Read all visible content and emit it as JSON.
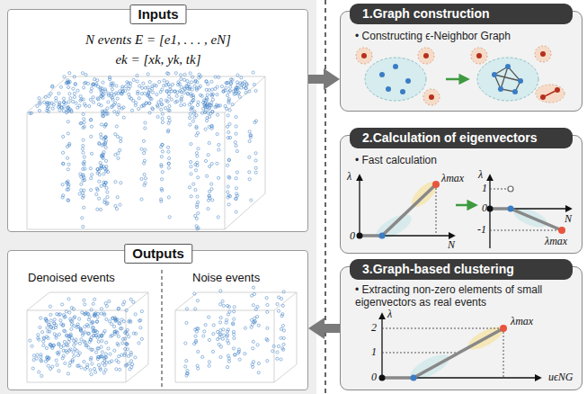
{
  "diagram": {
    "nodes": [
      {
        "text": [
          "Inputs",
          "N events E = [e1, . . . , eN]",
          "ek = [xk, yk, tk]"
        ]
      },
      {
        "text": [
          "Outputs",
          "Denoised events",
          "Noise events"
        ]
      },
      {
        "text": [
          "1.Graph construction",
          "• Constructing ϵ-Neighbor Graph"
        ]
      },
      {
        "text": [
          "2.Calculation of eigenvectors",
          "• Fast calculation"
        ]
      },
      {
        "text": [
          "3.Graph-based clustering",
          "• Extracting non-zero elements of small eigenvectors as real events"
        ]
      }
    ],
    "edges": [
      {
        "from": 0,
        "to": 2,
        "arrow": "to"
      },
      {
        "from": 4,
        "to": 1,
        "arrow": "to"
      }
    ],
    "labels": [
      "λ",
      "λmax",
      "0",
      "N",
      "λ",
      "1",
      "0",
      "-1",
      "N",
      "λmax",
      "λ",
      "2",
      "1",
      "0",
      "λmax",
      "uϵNG"
    ]
  }
}
